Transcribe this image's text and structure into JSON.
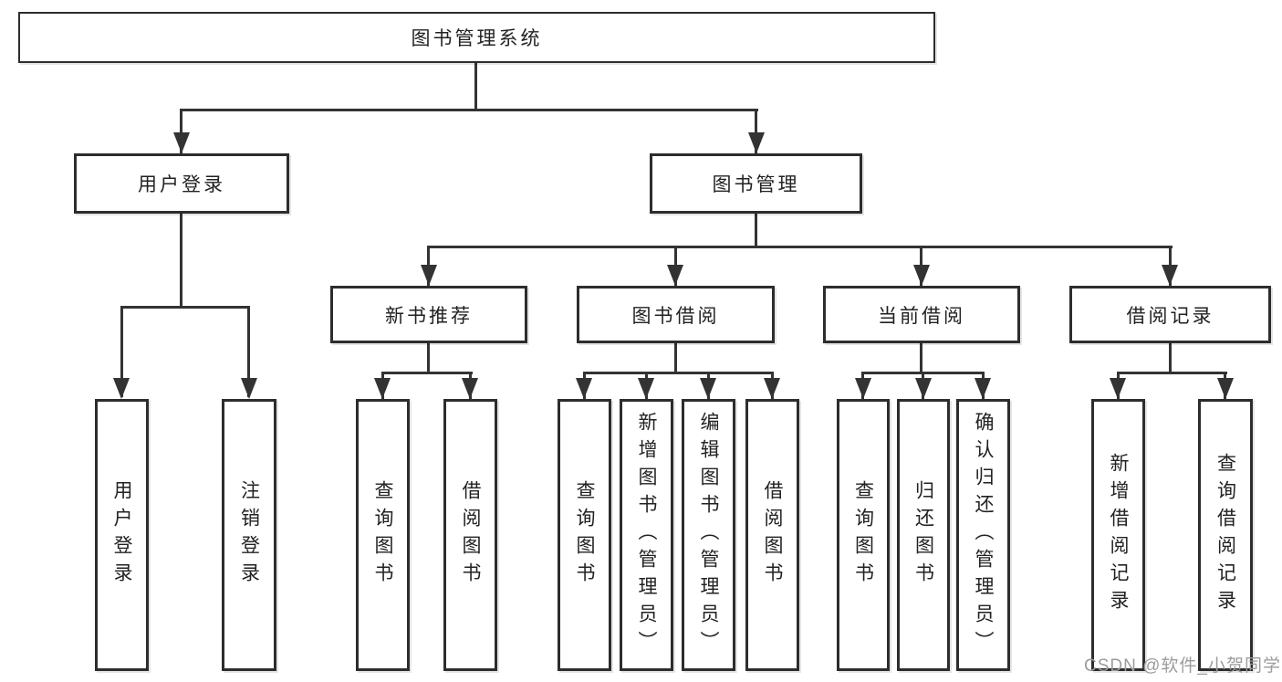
{
  "colors": {
    "background": "#ffffff",
    "line": "#333333",
    "box_border": "#2d2d2d",
    "text": "#222222",
    "watermark": "#9c9c9c"
  },
  "diagram": {
    "root": {
      "label": "图书管理系统"
    },
    "branches": [
      {
        "label": "用户登录",
        "children": [
          {
            "label": "用户登录"
          },
          {
            "label": "注销登录"
          }
        ]
      },
      {
        "label": "图书管理",
        "children": [
          {
            "label": "新书推荐",
            "children": [
              {
                "label": "查询图书"
              },
              {
                "label": "借阅图书"
              }
            ]
          },
          {
            "label": "图书借阅",
            "children": [
              {
                "label": "查询图书"
              },
              {
                "label": "新增图书（管理员）"
              },
              {
                "label": "编辑图书（管理员）"
              },
              {
                "label": "借阅图书"
              }
            ]
          },
          {
            "label": "当前借阅",
            "children": [
              {
                "label": "查询图书"
              },
              {
                "label": "归还图书"
              },
              {
                "label": "确认归还（管理员）"
              }
            ]
          },
          {
            "label": "借阅记录",
            "children": [
              {
                "label": "新增借阅记录"
              },
              {
                "label": "查询借阅记录"
              }
            ]
          }
        ]
      }
    ]
  },
  "watermark": {
    "text": "CSDN @软件_小贺同学"
  }
}
